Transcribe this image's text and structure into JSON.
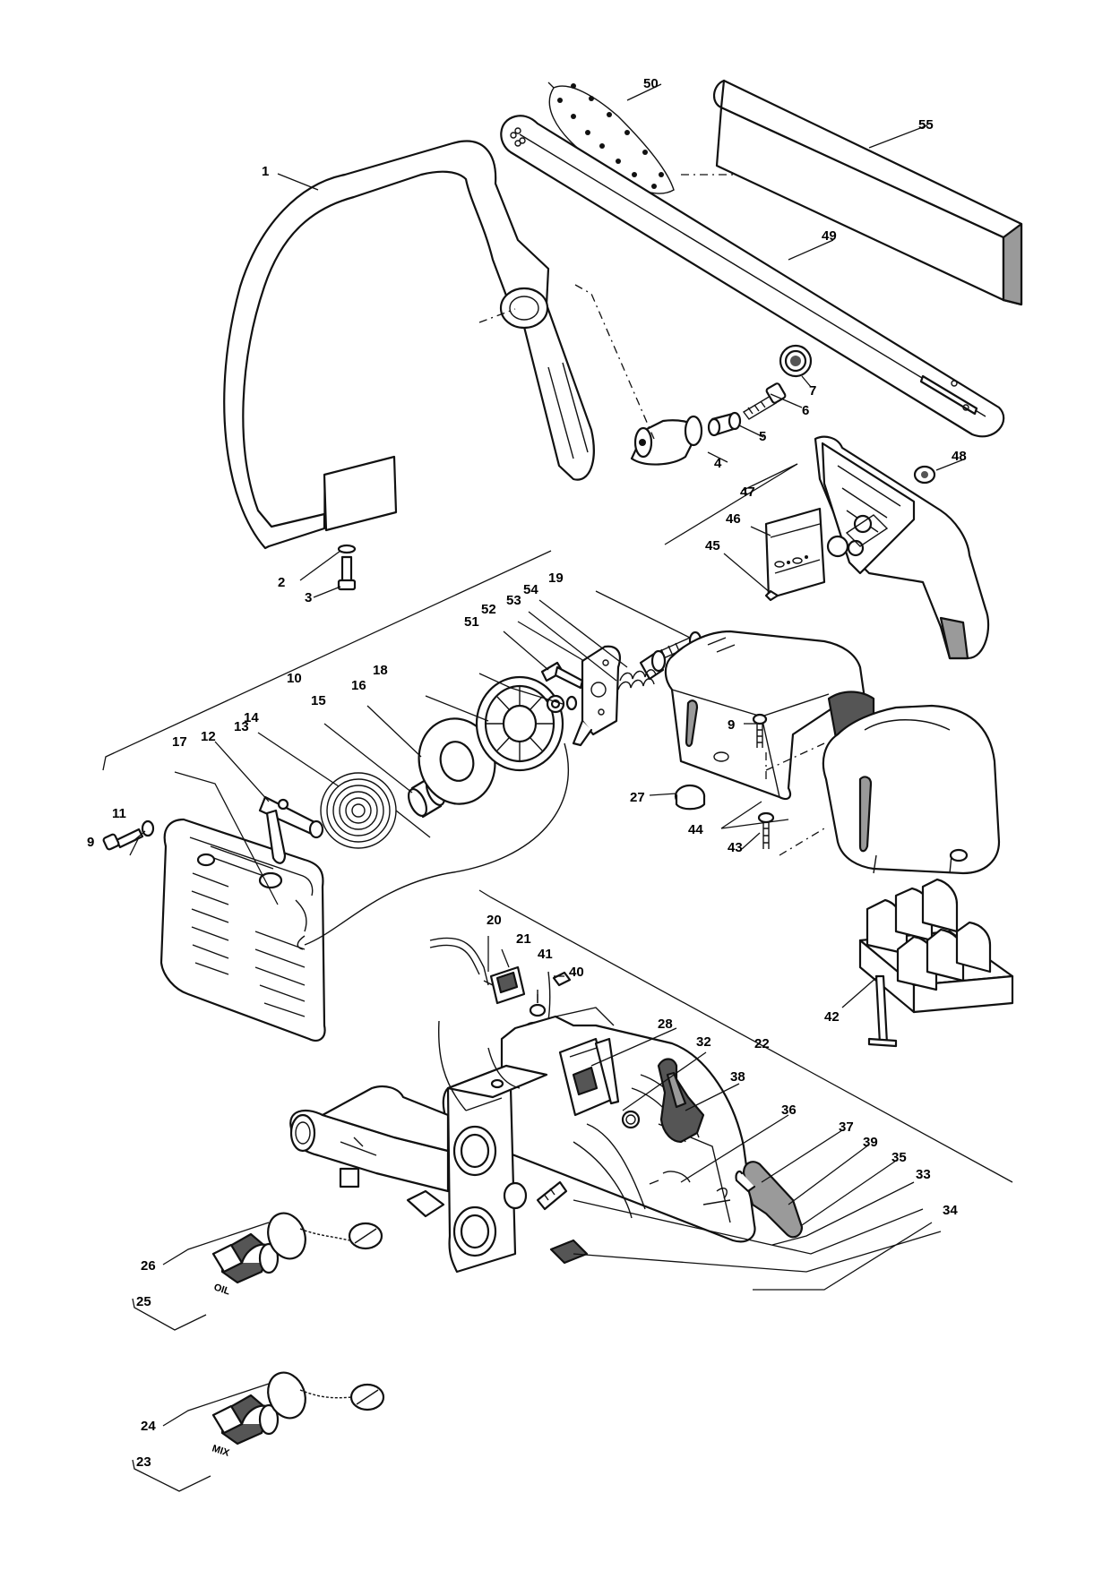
{
  "diagram": {
    "parts": [
      {
        "num": "1"
      },
      {
        "num": "2"
      },
      {
        "num": "3"
      },
      {
        "num": "4"
      },
      {
        "num": "5"
      },
      {
        "num": "6"
      },
      {
        "num": "7"
      },
      {
        "num": "9"
      },
      {
        "num": "10"
      },
      {
        "num": "11"
      },
      {
        "num": "12"
      },
      {
        "num": "13"
      },
      {
        "num": "14"
      },
      {
        "num": "15"
      },
      {
        "num": "16"
      },
      {
        "num": "17"
      },
      {
        "num": "18"
      },
      {
        "num": "19"
      },
      {
        "num": "20"
      },
      {
        "num": "21"
      },
      {
        "num": "22"
      },
      {
        "num": "23"
      },
      {
        "num": "24"
      },
      {
        "num": "25"
      },
      {
        "num": "26"
      },
      {
        "num": "27"
      },
      {
        "num": "28"
      },
      {
        "num": "32"
      },
      {
        "num": "33"
      },
      {
        "num": "34"
      },
      {
        "num": "35"
      },
      {
        "num": "36"
      },
      {
        "num": "37"
      },
      {
        "num": "38"
      },
      {
        "num": "39"
      },
      {
        "num": "40"
      },
      {
        "num": "41"
      },
      {
        "num": "42"
      },
      {
        "num": "43"
      },
      {
        "num": "44"
      },
      {
        "num": "45"
      },
      {
        "num": "46"
      },
      {
        "num": "47"
      },
      {
        "num": "48"
      },
      {
        "num": "49"
      },
      {
        "num": "50"
      },
      {
        "num": "51"
      },
      {
        "num": "52"
      },
      {
        "num": "53"
      },
      {
        "num": "54"
      },
      {
        "num": "55"
      }
    ],
    "cap_markings": {
      "oil": "OIL",
      "mix": "MIX"
    }
  }
}
